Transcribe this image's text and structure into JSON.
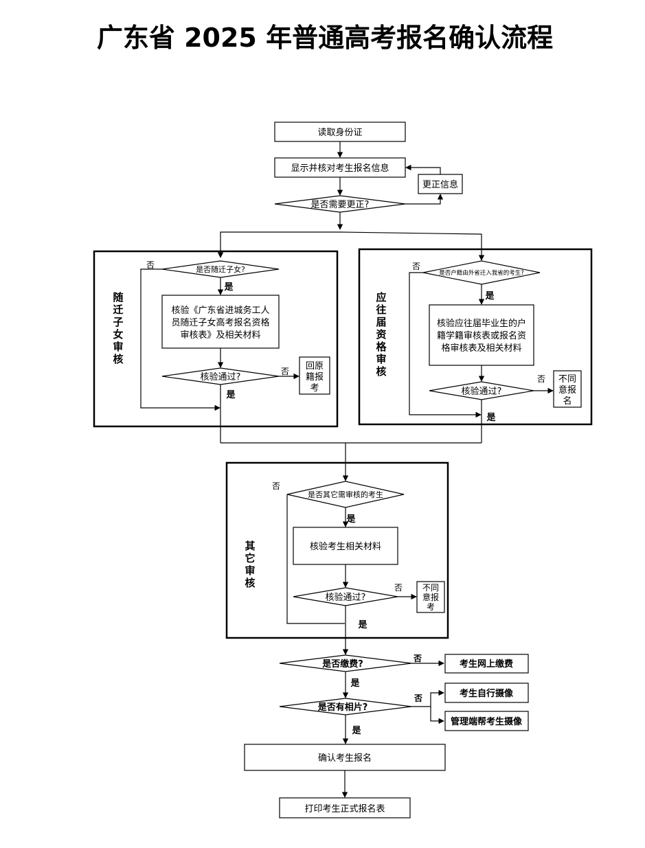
{
  "title": "广东省 2025 年普通高考报名确认流程",
  "nodes": {
    "read_id": "读取身份证",
    "show_info": "显示并核对考生报名信息",
    "correct_info": "更正信息",
    "need_correct": "是否需要更正?",
    "is_migrant_child": "是否随迁子女?",
    "verify_migrant": [
      "核验《广东省进城务工人",
      "员随迁子女高考报名资格",
      "审核表》及相关材料"
    ],
    "verify_pass_1": "核验通过?",
    "return_origin": [
      "回原",
      "籍报",
      "考"
    ],
    "is_transfer": "是否户籍由外省迁入我省的考生?",
    "verify_grad": [
      "核验应往届毕业生的户",
      "籍学籍审核表或报名资",
      "格审核表及相关材料"
    ],
    "verify_pass_2": "核验通过?",
    "not_agree_1": [
      "不同",
      "意报",
      "名"
    ],
    "is_other": "是否其它需审核的考生",
    "verify_other": "核验考生相关材料",
    "verify_pass_3": "核验通过?",
    "not_agree_2": [
      "不同",
      "意报",
      "考"
    ],
    "is_paid": "是否缴费?",
    "online_pay": "考生网上缴费",
    "has_photo": "是否有相片?",
    "self_photo": "考生自行摄像",
    "admin_photo": "管理端帮考生摄像",
    "confirm": "确认考生报名",
    "print_form": "打印考生正式报名表"
  },
  "sections": {
    "migrant": [
      "随",
      "迁",
      "子",
      "女",
      "审",
      "核"
    ],
    "graduate": [
      "应",
      "往",
      "届",
      "资",
      "格",
      "审",
      "核"
    ],
    "other": [
      "其",
      "它",
      "审",
      "核"
    ]
  },
  "labels": {
    "yes": "是",
    "no": "否"
  }
}
